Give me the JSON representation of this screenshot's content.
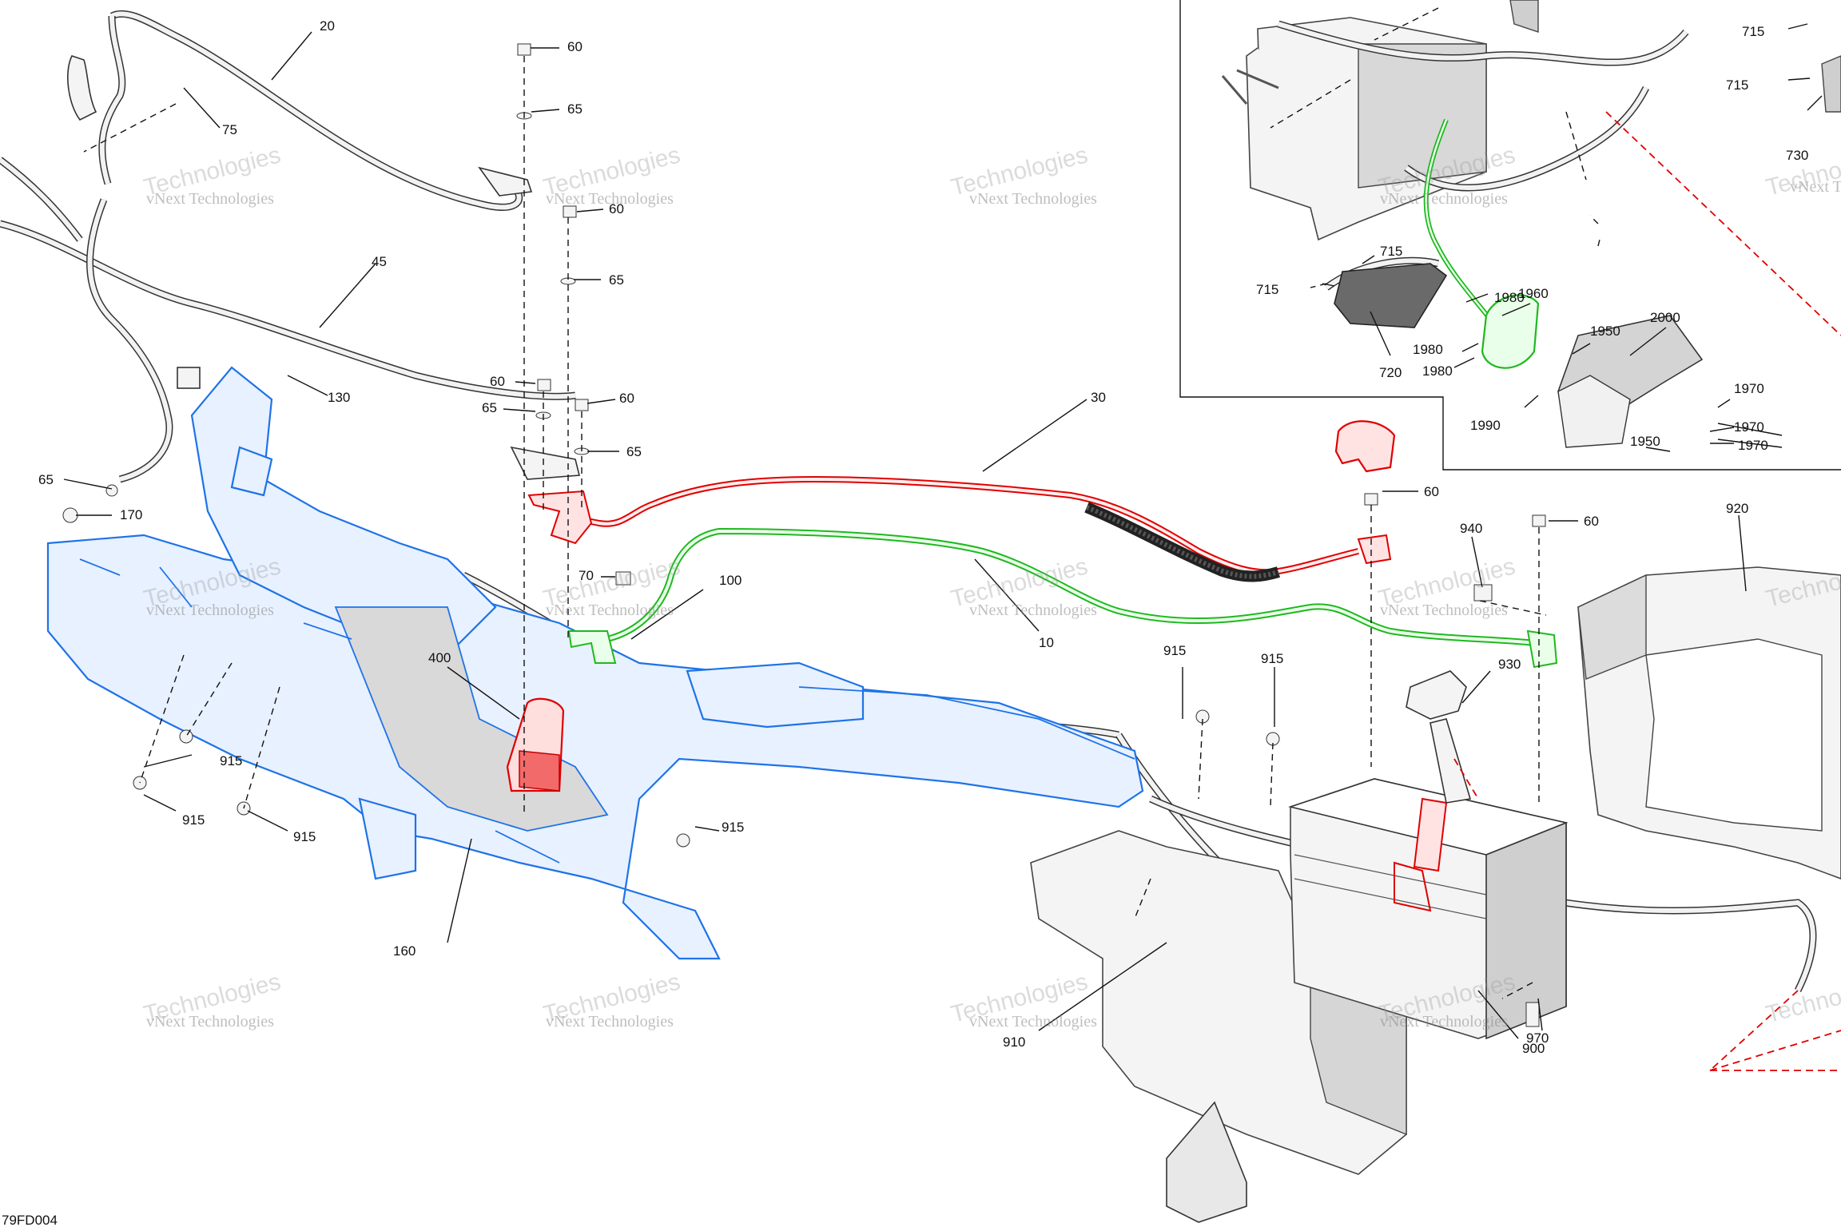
{
  "drawing_id": "79FD004",
  "watermark": {
    "line1": "vNext Technologies",
    "line2": "Technologies"
  },
  "callouts": {
    "c20": "20",
    "c75": "75",
    "c45": "45",
    "c130": "130",
    "c65a": "65",
    "c170": "170",
    "c60a": "60",
    "c65b": "65",
    "c60b": "60",
    "c65c": "65",
    "c60c": "60",
    "c65d": "65",
    "c60d": "60",
    "c65e": "65",
    "c30": "30",
    "c70": "70",
    "c100": "100",
    "c10": "10",
    "c400": "400",
    "c160": "160",
    "c915a": "915",
    "c915b": "915",
    "c915c": "915",
    "c915d": "915",
    "c915e": "915",
    "c915f": "915",
    "c60e": "60",
    "c60f": "60",
    "c940": "940",
    "c920": "920",
    "c930": "930",
    "c910": "910",
    "c900": "900",
    "c970": "970",
    "c715a": "715",
    "c715b": "715",
    "c730": "730",
    "c715c": "715",
    "c715d": "715",
    "c1980a": "1980",
    "c1960": "1960",
    "c1950a": "1950",
    "c2000": "2000",
    "c1980b": "1980",
    "c1980c": "1980",
    "c720": "720",
    "c1990": "1990",
    "c1970a": "1970",
    "c1970b": "1970",
    "c1970c": "1970",
    "c1950b": "1950"
  },
  "colors": {
    "frame": "#1e73e8",
    "positive": "#e00000",
    "negative": "#1fb81f",
    "line": "#111111"
  }
}
